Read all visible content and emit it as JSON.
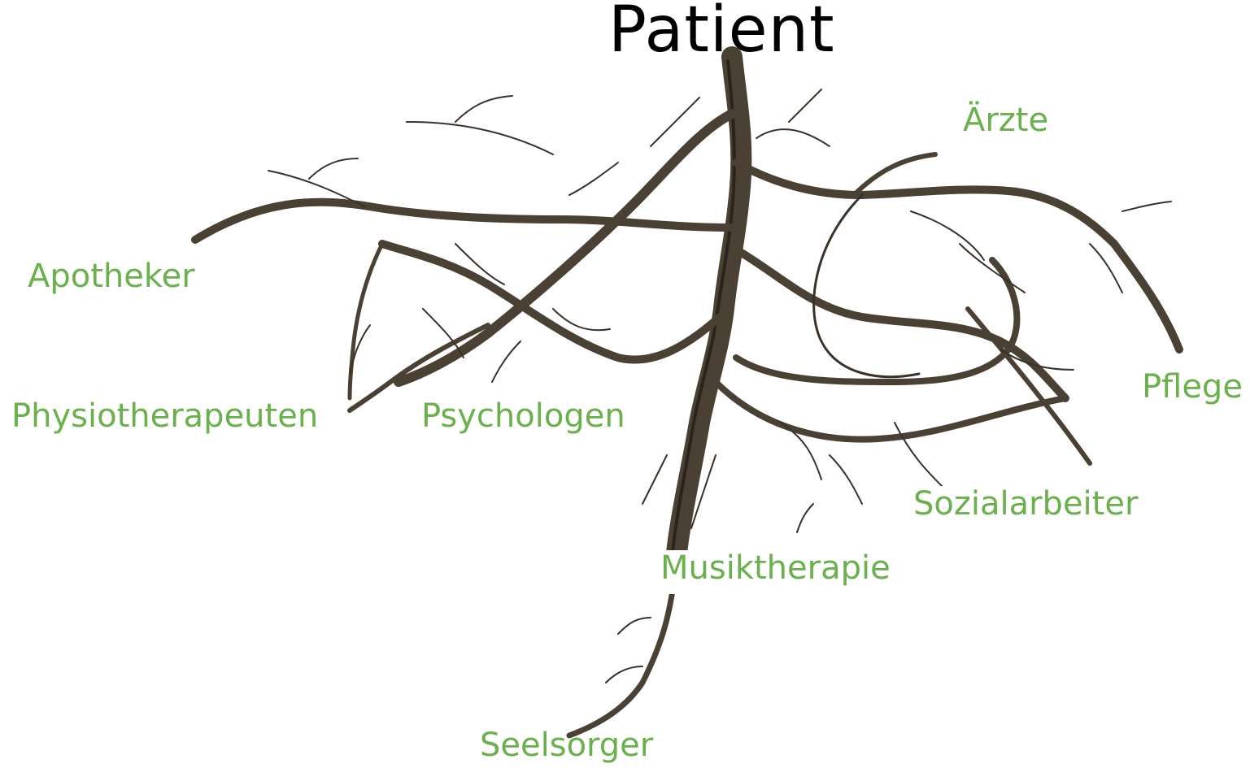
{
  "title": "Patient",
  "colors": {
    "label": "#6ab04c",
    "root": "#4a4033",
    "title": "#000000"
  },
  "labels": {
    "aerzte": "Ärzte",
    "apotheker": "Apotheker",
    "pflege": "Pflege",
    "physiotherapeuten": "Physiotherapeuten",
    "psychologen": "Psychologen",
    "sozialarbeiter": "Sozialarbeiter",
    "musiktherapie": "Musiktherapie",
    "seelsorger": "Seelsorger"
  }
}
